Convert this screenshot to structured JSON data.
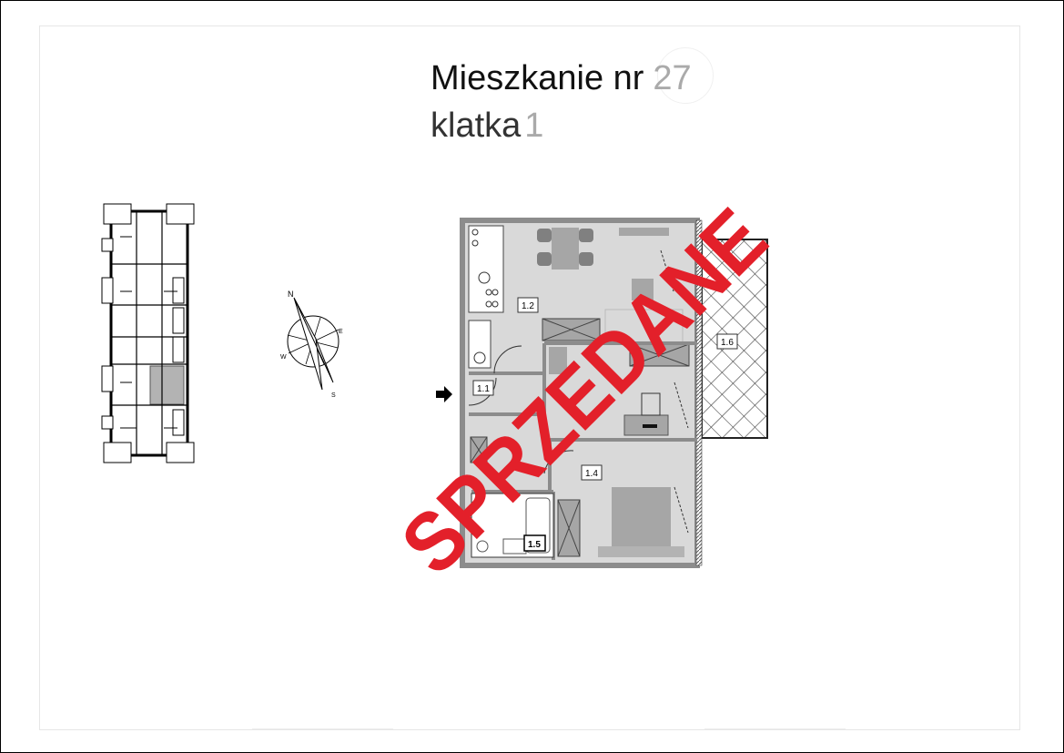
{
  "header": {
    "apartment_label": "Mieszkanie nr",
    "apartment_number": "27",
    "staircase_label": "klatka",
    "staircase_number": "1"
  },
  "compass": {
    "n": "N",
    "e": "E",
    "s": "S",
    "w": "W"
  },
  "rooms": [
    {
      "id": "1.1"
    },
    {
      "id": "1.2"
    },
    {
      "id": "1.4"
    },
    {
      "id": "1.5"
    },
    {
      "id": "1.6"
    }
  ],
  "stamp": {
    "text": "SPRZEDANE",
    "color": "#e3202a"
  },
  "colors": {
    "highlight": "#b3b3b3",
    "room_fill": "#d9d9d9",
    "furniture": "#a6a6a6"
  }
}
